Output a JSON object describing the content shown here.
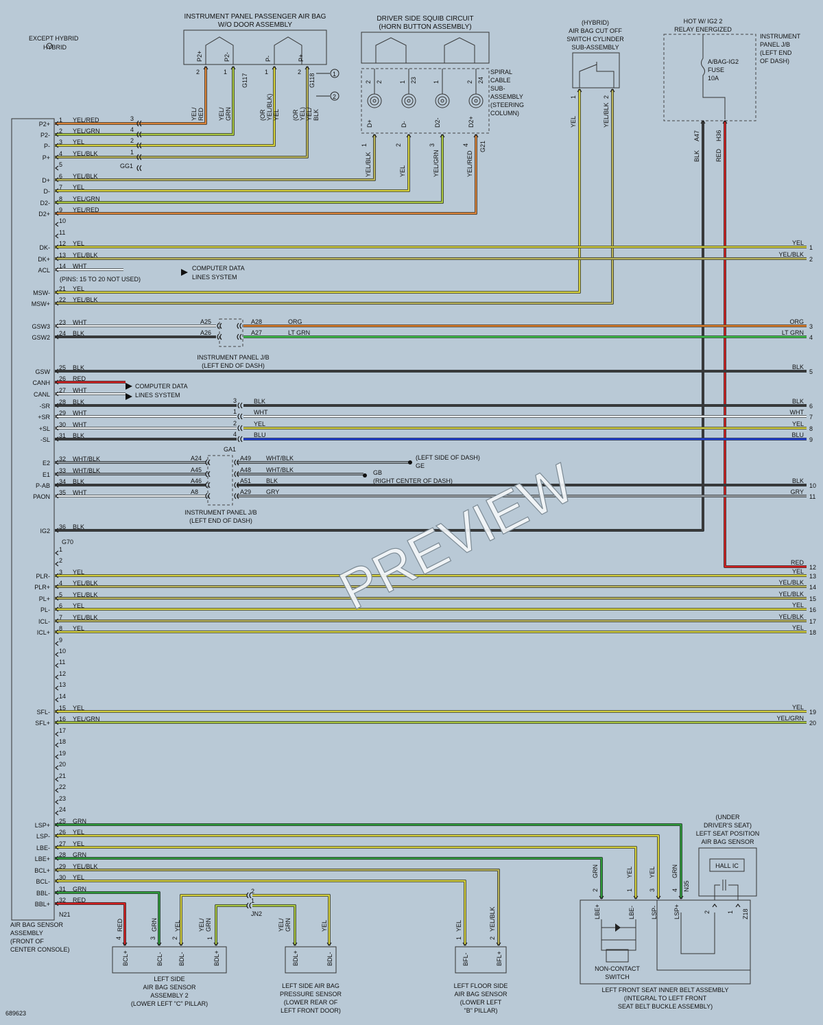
{
  "watermark": "PREVIEW",
  "figure_id": "689623",
  "legend_top": [
    "EXCEPT HYBRID",
    "HYBRID"
  ],
  "colors": {
    "YEL": "#d4cf3e",
    "YEL/RED": "#d9843a",
    "YEL/GRN": "#a8c440",
    "YEL/BLK": "#b8b25a",
    "GRN": "#2f9a3a",
    "LT GRN": "#3fc24a",
    "ORG": "#e0802a",
    "RED": "#d42020",
    "BLK": "#3a3a3a",
    "WHT": "#eef2f4",
    "BLU": "#2040d8",
    "WHT/BLK": "#8d969c",
    "GRY": "#9aa0a4"
  },
  "components": {
    "pass_airbag": {
      "title1": "INSTRUMENT PANEL PASSENGER AIR BAG",
      "title2": "W/O DOOR ASSEMBLY",
      "pins": [
        "P2+",
        "P2-",
        "P-",
        "P+"
      ],
      "pin_nums": [
        "2",
        "1",
        "1",
        "2"
      ],
      "connectors": [
        "G117",
        "G118"
      ],
      "callouts": [
        "1",
        "2"
      ]
    },
    "driver_squib": {
      "title1": "DRIVER SIDE SQUIB CIRCUIT",
      "title2": "(HORN BUTTON ASSEMBLY)"
    },
    "spiral": {
      "label": [
        "SPIRAL",
        "CABLE",
        "SUB-",
        "ASSEMBLY",
        "(STEERING",
        "COLUMN)"
      ],
      "pins": [
        "D+",
        "D-",
        "D2-",
        "D2+"
      ],
      "top_nums": [
        "2",
        "1",
        "1",
        "2"
      ],
      "inner_nums": [
        "2",
        "23",
        "",
        "24"
      ],
      "bottom_nums": [
        "1",
        "2",
        "3",
        "4"
      ],
      "connector": "G21"
    },
    "cutoff": {
      "title": [
        "(HYBRID)",
        "AIR BAG CUT OFF",
        "SWITCH CYLINDER",
        "SUB-ASSEMBLY"
      ],
      "pin_nums": [
        "1",
        "2"
      ]
    },
    "relay": {
      "title1": "HOT W/ IG2 2",
      "title2": "RELAY ENERGIZED",
      "fuse": [
        "A/BAG-IG2",
        "FUSE",
        "10A"
      ],
      "jb": [
        "INSTRUMENT",
        "PANEL J/B",
        "(LEFT END",
        "OF DASH)"
      ],
      "conns": [
        "A47",
        "H36"
      ]
    },
    "ecu": {
      "label": [
        "AIR BAG SENSOR",
        "ASSEMBLY",
        "(FRONT OF",
        "CENTER CONSOLE)"
      ],
      "conn1": "GG1",
      "conn2": "G70",
      "conn3": "N21",
      "pins_note": "(PINS: 15 TO 20 NOT USED)"
    },
    "comp_data1": [
      "COMPUTER DATA",
      "LINES SYSTEM"
    ],
    "comp_data2": [
      "COMPUTER DATA",
      "LINES SYSTEM"
    ],
    "jb1": {
      "pins_l": [
        "A25",
        "A26"
      ],
      "pins_r": [
        "A28",
        "A27"
      ],
      "label": [
        "INSTRUMENT PANEL J/B",
        "(LEFT END OF DASH)"
      ]
    },
    "jb2": {
      "pins_l": [
        "A24",
        "A45",
        "A46",
        "A8"
      ],
      "pins_r": [
        "A49",
        "A48",
        "A51",
        "A29"
      ],
      "label": [
        "INSTRUMENT PANEL J/B",
        "(LEFT END OF DASH)"
      ]
    },
    "ga1": "GA1",
    "ground_ge": [
      "(LEFT SIDE OF DASH)",
      "GE"
    ],
    "ground_gb": [
      "GB",
      "(RIGHT CENTER OF DASH)"
    ],
    "side_c": {
      "label": [
        "LEFT SIDE",
        "AIR BAG SENSOR",
        "ASSEMBLY 2",
        "(LOWER LEFT \"C\" PILLAR)"
      ],
      "pins": [
        "BCL+",
        "BCL-",
        "BDL-",
        "BDL+"
      ],
      "nums": [
        "4",
        "3",
        "2",
        "1"
      ],
      "wires": [
        "RED",
        "GRN",
        "YEL",
        "YEL/ GRN"
      ]
    },
    "pressure": {
      "label": [
        "LEFT SIDE AIR BAG",
        "PRESSURE SENSOR",
        "(LOWER REAR OF",
        "LEFT FRONT DOOR)"
      ],
      "pins": [
        "BDL+",
        "BDL-"
      ],
      "wires": [
        "YEL/ GRN",
        "YEL"
      ]
    },
    "floor": {
      "label": [
        "LEFT FLOOR SIDE",
        "AIR BAG SENSOR",
        "(LOWER LEFT",
        "\"B\" PILLAR)"
      ],
      "pins": [
        "BFL-",
        "BFL+"
      ],
      "nums": [
        "1",
        "2"
      ],
      "wires": [
        "YEL",
        "YEL/BLK"
      ]
    },
    "jn2": {
      "name": "JN2",
      "nums": [
        "2",
        "1"
      ]
    },
    "belt": {
      "label": [
        "LEFT FRONT SEAT INNER BELT ASSEMBLY",
        "(INTEGRAL TO LEFT FRONT",
        "SEAT BELT BUCKLE ASSEMBLY)"
      ],
      "pins": [
        "LBE+",
        "LBE-",
        "LSP-",
        "LSP+"
      ],
      "nums": [
        "2",
        "1",
        "3",
        "4"
      ],
      "wires": [
        "GRN",
        "YEL",
        "YEL",
        "GRN"
      ],
      "switch": [
        "NON-CONTACT",
        "SWITCH"
      ],
      "conns": [
        "N35",
        "Z18"
      ]
    },
    "seatpos": {
      "label": [
        "(UNDER",
        "DRIVER'S SEAT)",
        "LEFT SEAT POSITION",
        "AIR BAG SENSOR"
      ],
      "ic": "HALL IC",
      "nums": [
        "2",
        "1"
      ]
    }
  },
  "ecu_pins": [
    {
      "sig": "P2+",
      "num": "1",
      "wire": "YEL/RED"
    },
    {
      "sig": "P2-",
      "num": "2",
      "wire": "YEL/GRN"
    },
    {
      "sig": "P-",
      "num": "3",
      "wire": "YEL"
    },
    {
      "sig": "P+",
      "num": "4",
      "wire": "YEL/BLK"
    },
    {
      "sig": "",
      "num": "5",
      "wire": ""
    },
    {
      "sig": "D+",
      "num": "6",
      "wire": "YEL/BLK"
    },
    {
      "sig": "D-",
      "num": "7",
      "wire": "YEL"
    },
    {
      "sig": "D2-",
      "num": "8",
      "wire": "YEL/GRN"
    },
    {
      "sig": "D2+",
      "num": "9",
      "wire": "YEL/RED"
    },
    {
      "sig": "",
      "num": "10",
      "wire": ""
    },
    {
      "sig": "",
      "num": "11",
      "wire": ""
    },
    {
      "sig": "DK-",
      "num": "12",
      "wire": "YEL"
    },
    {
      "sig": "DK+",
      "num": "13",
      "wire": "YEL/BLK"
    },
    {
      "sig": "ACL",
      "num": "14",
      "wire": "WHT"
    },
    {
      "sig": "MSW-",
      "num": "21",
      "wire": "YEL"
    },
    {
      "sig": "MSW+",
      "num": "22",
      "wire": "YEL/BLK"
    },
    {
      "sig": "GSW3",
      "num": "23",
      "wire": "WHT"
    },
    {
      "sig": "GSW2",
      "num": "24",
      "wire": "BLK"
    },
    {
      "sig": "GSW",
      "num": "25",
      "wire": "BLK"
    },
    {
      "sig": "CANH",
      "num": "26",
      "wire": "RED"
    },
    {
      "sig": "CANL",
      "num": "27",
      "wire": "WHT"
    },
    {
      "sig": "-SR",
      "num": "28",
      "wire": "BLK"
    },
    {
      "sig": "+SR",
      "num": "29",
      "wire": "WHT"
    },
    {
      "sig": "+SL",
      "num": "30",
      "wire": "WHT"
    },
    {
      "sig": "-SL",
      "num": "31",
      "wire": "BLK"
    },
    {
      "sig": "E2",
      "num": "32",
      "wire": "WHT/BLK"
    },
    {
      "sig": "E1",
      "num": "33",
      "wire": "WHT/BLK"
    },
    {
      "sig": "P-AB",
      "num": "34",
      "wire": "BLK"
    },
    {
      "sig": "PAON",
      "num": "35",
      "wire": "WHT"
    },
    {
      "sig": "IG2",
      "num": "36",
      "wire": "BLK"
    },
    {
      "sig": "",
      "num": "1",
      "wire": ""
    },
    {
      "sig": "",
      "num": "2",
      "wire": ""
    },
    {
      "sig": "PLR-",
      "num": "3",
      "wire": "YEL"
    },
    {
      "sig": "PLR+",
      "num": "4",
      "wire": "YEL/BLK"
    },
    {
      "sig": "PL+",
      "num": "5",
      "wire": "YEL/BLK"
    },
    {
      "sig": "PL-",
      "num": "6",
      "wire": "YEL"
    },
    {
      "sig": "ICL-",
      "num": "7",
      "wire": "YEL/BLK"
    },
    {
      "sig": "ICL+",
      "num": "8",
      "wire": "YEL"
    },
    {
      "sig": "",
      "num": "9",
      "wire": ""
    },
    {
      "sig": "",
      "num": "10",
      "wire": ""
    },
    {
      "sig": "",
      "num": "11",
      "wire": ""
    },
    {
      "sig": "",
      "num": "12",
      "wire": ""
    },
    {
      "sig": "",
      "num": "13",
      "wire": ""
    },
    {
      "sig": "",
      "num": "14",
      "wire": ""
    },
    {
      "sig": "SFL-",
      "num": "15",
      "wire": "YEL"
    },
    {
      "sig": "SFL+",
      "num": "16",
      "wire": "YEL/GRN"
    },
    {
      "sig": "",
      "num": "17",
      "wire": ""
    },
    {
      "sig": "",
      "num": "18",
      "wire": ""
    },
    {
      "sig": "",
      "num": "19",
      "wire": ""
    },
    {
      "sig": "",
      "num": "20",
      "wire": ""
    },
    {
      "sig": "",
      "num": "21",
      "wire": ""
    },
    {
      "sig": "",
      "num": "22",
      "wire": ""
    },
    {
      "sig": "",
      "num": "23",
      "wire": ""
    },
    {
      "sig": "",
      "num": "24",
      "wire": ""
    },
    {
      "sig": "LSP+",
      "num": "25",
      "wire": "GRN"
    },
    {
      "sig": "LSP-",
      "num": "26",
      "wire": "YEL"
    },
    {
      "sig": "LBE-",
      "num": "27",
      "wire": "YEL"
    },
    {
      "sig": "LBE+",
      "num": "28",
      "wire": "GRN"
    },
    {
      "sig": "BCL+",
      "num": "29",
      "wire": "YEL/BLK"
    },
    {
      "sig": "BCL-",
      "num": "30",
      "wire": "YEL"
    },
    {
      "sig": "BBL-",
      "num": "31",
      "wire": "GRN"
    },
    {
      "sig": "BBL+",
      "num": "32",
      "wire": "RED"
    }
  ],
  "gg1_nums": [
    "3",
    "4",
    "2",
    "1"
  ],
  "pass_wires": [
    "YEL/ RED",
    "YEL/ GRN",
    "(OR YEL/BLK) YEL",
    "(OR YEL) YEL/ BLK"
  ],
  "spiral_wires": [
    "YEL/BLK",
    "YEL",
    "YEL/GRN",
    "YEL/RED"
  ],
  "cutoff_wires": [
    "YEL",
    "YEL/BLK"
  ],
  "relay_wires": [
    "BLK",
    "RED"
  ],
  "ga1_nums": [
    "3",
    "1",
    "2",
    "4"
  ],
  "mid_wires": {
    "jb1": [
      "ORG",
      "LT GRN"
    ],
    "ga1": [
      "BLK",
      "WHT",
      "YEL",
      "BLU"
    ],
    "jb2": [
      "WHT/BLK",
      "WHT/BLK",
      "BLK",
      "GRY"
    ]
  },
  "right_terms": [
    {
      "wire": "YEL",
      "num": "1"
    },
    {
      "wire": "YEL/BLK",
      "num": "2"
    },
    {
      "wire": "ORG",
      "num": "3"
    },
    {
      "wire": "LT GRN",
      "num": "4"
    },
    {
      "wire": "BLK",
      "num": "5"
    },
    {
      "wire": "BLK",
      "num": "6"
    },
    {
      "wire": "WHT",
      "num": "7"
    },
    {
      "wire": "YEL",
      "num": "8"
    },
    {
      "wire": "BLU",
      "num": "9"
    },
    {
      "wire": "BLK",
      "num": "10"
    },
    {
      "wire": "GRY",
      "num": "11"
    },
    {
      "wire": "RED",
      "num": "12"
    },
    {
      "wire": "YEL",
      "num": "13"
    },
    {
      "wire": "YEL/BLK",
      "num": "14"
    },
    {
      "wire": "YEL/BLK",
      "num": "15"
    },
    {
      "wire": "YEL",
      "num": "16"
    },
    {
      "wire": "YEL/BLK",
      "num": "17"
    },
    {
      "wire": "YEL",
      "num": "18"
    },
    {
      "wire": "YEL",
      "num": "19"
    },
    {
      "wire": "YEL/GRN",
      "num": "20"
    }
  ]
}
